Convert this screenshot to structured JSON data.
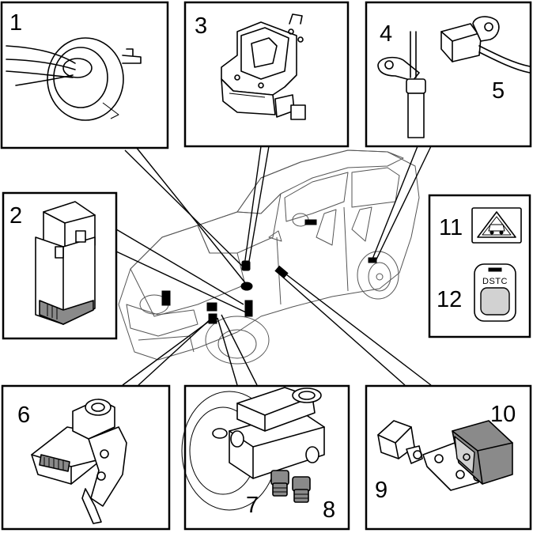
{
  "labels": {
    "n1": "1",
    "n2": "2",
    "n3": "3",
    "n4": "4",
    "n5": "5",
    "n6": "6",
    "n7": "7",
    "n8": "8",
    "n9": "9",
    "n10": "10",
    "n11": "11",
    "n12": "12"
  },
  "button_text": "DSTC"
}
